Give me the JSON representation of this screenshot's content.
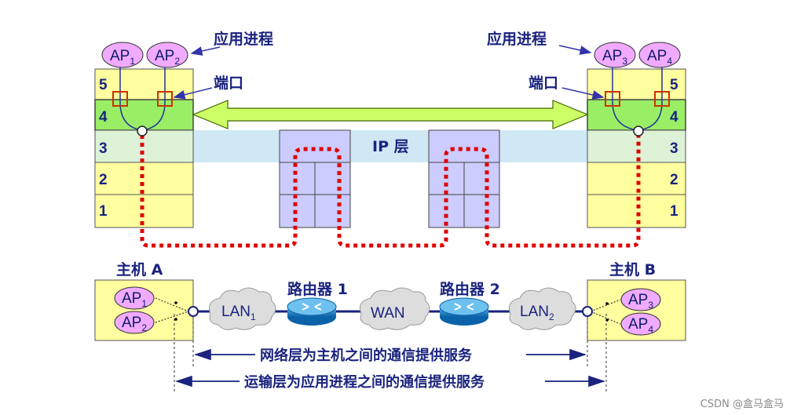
{
  "labels": {
    "app_process_left": "应用进程",
    "app_process_right": "应用进程",
    "port_left": "端口",
    "port_right": "端口",
    "ip_layer": "IP 层",
    "host_a": "主机 A",
    "host_b": "主机 B",
    "router1": "路由器 1",
    "router2": "路由器 2",
    "network_layer_desc": "网络层为主机之间的通信提供服务",
    "transport_layer_desc": "运输层为应用进程之间的通信提供服务"
  },
  "processes": {
    "ap1": {
      "base": "AP",
      "sub": "1"
    },
    "ap2": {
      "base": "AP",
      "sub": "2"
    },
    "ap3": {
      "base": "AP",
      "sub": "3"
    },
    "ap4": {
      "base": "AP",
      "sub": "4"
    }
  },
  "networks": {
    "lan1": {
      "base": "LAN",
      "sub": "1"
    },
    "wan": {
      "base": "WAN"
    },
    "lan2": {
      "base": "LAN",
      "sub": "2"
    }
  },
  "layers": {
    "left": [
      "5",
      "4",
      "3",
      "2",
      "1"
    ],
    "right": [
      "5",
      "4",
      "3",
      "2",
      "1"
    ]
  },
  "watermark": "CSDN @盒马盒马",
  "colors": {
    "stack_fill": "#ffffa0",
    "layer4_fill": "#99ee66",
    "ip_band": "#cfe8f3",
    "router_box": "#ccccff",
    "ap_bubble": "#f0aaff",
    "path_red": "#e00000",
    "text_blue": "#1a237e",
    "port_red": "#cc3300"
  }
}
